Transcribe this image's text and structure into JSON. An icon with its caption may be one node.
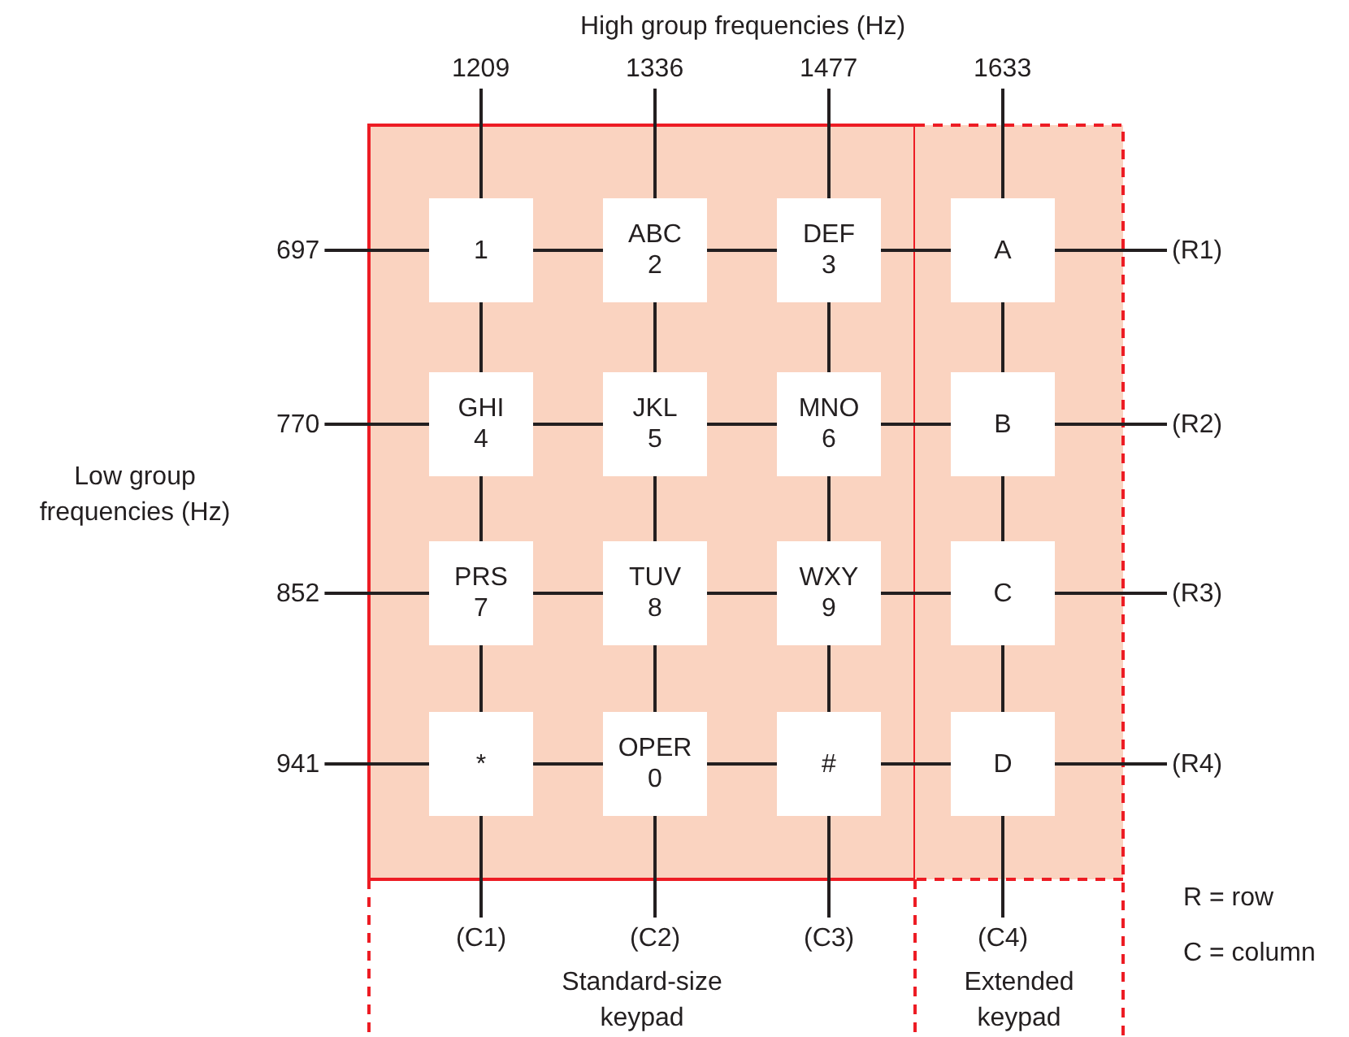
{
  "diagram": {
    "nodes": [
      {
        "text": [
          "1209"
        ]
      },
      {
        "text": [
          "1336"
        ]
      },
      {
        "text": [
          "1477"
        ]
      },
      {
        "text": [
          "1633"
        ]
      },
      {
        "text": [
          "Standard-size keypad"
        ]
      },
      {
        "text": [
          "Extended keypad"
        ]
      },
      {
        "text": [
          "697"
        ]
      },
      {
        "text": [
          "1"
        ],
        "in": 4
      },
      {
        "text": [
          "ABC",
          "2"
        ],
        "in": 4
      },
      {
        "text": [
          "DEF",
          "3"
        ],
        "in": 4
      },
      {
        "text": [
          "A"
        ],
        "in": 5
      },
      {
        "text": [
          "(R1)"
        ]
      },
      {
        "text": [
          "770"
        ]
      },
      {
        "text": [
          "GHI",
          "4"
        ],
        "in": 4
      },
      {
        "text": [
          "JKL",
          "5"
        ],
        "in": 4
      },
      {
        "text": [
          "MNO",
          "6"
        ],
        "in": 4
      },
      {
        "text": [
          "B"
        ],
        "in": 5
      },
      {
        "text": [
          "(R2)"
        ]
      },
      {
        "text": [
          "852"
        ]
      },
      {
        "text": [
          "PRS",
          "7"
        ],
        "in": 4
      },
      {
        "text": [
          "TUV",
          "8"
        ],
        "in": 4
      },
      {
        "text": [
          "WXY",
          "9"
        ],
        "in": 4
      },
      {
        "text": [
          "C"
        ],
        "in": 5
      },
      {
        "text": [
          "(R3)"
        ]
      },
      {
        "text": [
          "941"
        ]
      },
      {
        "text": [
          "*"
        ],
        "in": 4
      },
      {
        "text": [
          "OPER",
          "0"
        ],
        "in": 4
      },
      {
        "text": [
          "#"
        ],
        "in": 4
      },
      {
        "text": [
          "D"
        ],
        "in": 5
      },
      {
        "text": [
          "(R4)"
        ]
      },
      {
        "text": [
          "(C1)"
        ]
      },
      {
        "text": [
          "(C2)"
        ]
      },
      {
        "text": [
          "(C3)"
        ]
      },
      {
        "text": [
          "(C4)"
        ]
      }
    ],
    "edges": [
      {
        "from": 6,
        "to": 7,
        "arrow": "none"
      },
      {
        "from": 7,
        "to": 8,
        "arrow": "none"
      },
      {
        "from": 8,
        "to": 9,
        "arrow": "none"
      },
      {
        "from": 9,
        "to": 10,
        "arrow": "none"
      },
      {
        "from": 10,
        "to": 11,
        "arrow": "none"
      },
      {
        "from": 12,
        "to": 13,
        "arrow": "none"
      },
      {
        "from": 13,
        "to": 14,
        "arrow": "none"
      },
      {
        "from": 14,
        "to": 15,
        "arrow": "none"
      },
      {
        "from": 15,
        "to": 16,
        "arrow": "none"
      },
      {
        "from": 16,
        "to": 17,
        "arrow": "none"
      },
      {
        "from": 18,
        "to": 19,
        "arrow": "none"
      },
      {
        "from": 19,
        "to": 20,
        "arrow": "none"
      },
      {
        "from": 20,
        "to": 21,
        "arrow": "none"
      },
      {
        "from": 21,
        "to": 22,
        "arrow": "none"
      },
      {
        "from": 22,
        "to": 23,
        "arrow": "none"
      },
      {
        "from": 24,
        "to": 25,
        "arrow": "none"
      },
      {
        "from": 25,
        "to": 26,
        "arrow": "none"
      },
      {
        "from": 26,
        "to": 27,
        "arrow": "none"
      },
      {
        "from": 27,
        "to": 28,
        "arrow": "none"
      },
      {
        "from": 28,
        "to": 29,
        "arrow": "none"
      },
      {
        "from": 0,
        "to": 7,
        "arrow": "none"
      },
      {
        "from": 7,
        "to": 13,
        "arrow": "none"
      },
      {
        "from": 13,
        "to": 19,
        "arrow": "none"
      },
      {
        "from": 19,
        "to": 25,
        "arrow": "none"
      },
      {
        "from": 25,
        "to": 30,
        "arrow": "none"
      },
      {
        "from": 1,
        "to": 8,
        "arrow": "none"
      },
      {
        "from": 8,
        "to": 14,
        "arrow": "none"
      },
      {
        "from": 14,
        "to": 20,
        "arrow": "none"
      },
      {
        "from": 20,
        "to": 26,
        "arrow": "none"
      },
      {
        "from": 26,
        "to": 31,
        "arrow": "none"
      },
      {
        "from": 2,
        "to": 9,
        "arrow": "none"
      },
      {
        "from": 9,
        "to": 15,
        "arrow": "none"
      },
      {
        "from": 15,
        "to": 21,
        "arrow": "none"
      },
      {
        "from": 21,
        "to": 27,
        "arrow": "none"
      },
      {
        "from": 27,
        "to": 32,
        "arrow": "none"
      },
      {
        "from": 3,
        "to": 10,
        "arrow": "none"
      },
      {
        "from": 10,
        "to": 16,
        "arrow": "none"
      },
      {
        "from": 16,
        "to": 22,
        "arrow": "none"
      },
      {
        "from": 22,
        "to": 28,
        "arrow": "none"
      },
      {
        "from": 28,
        "to": 33,
        "arrow": "none"
      }
    ],
    "labels": [
      "High group frequencies (Hz)",
      "Low group frequencies (Hz)",
      "R = row",
      "C = column"
    ]
  }
}
